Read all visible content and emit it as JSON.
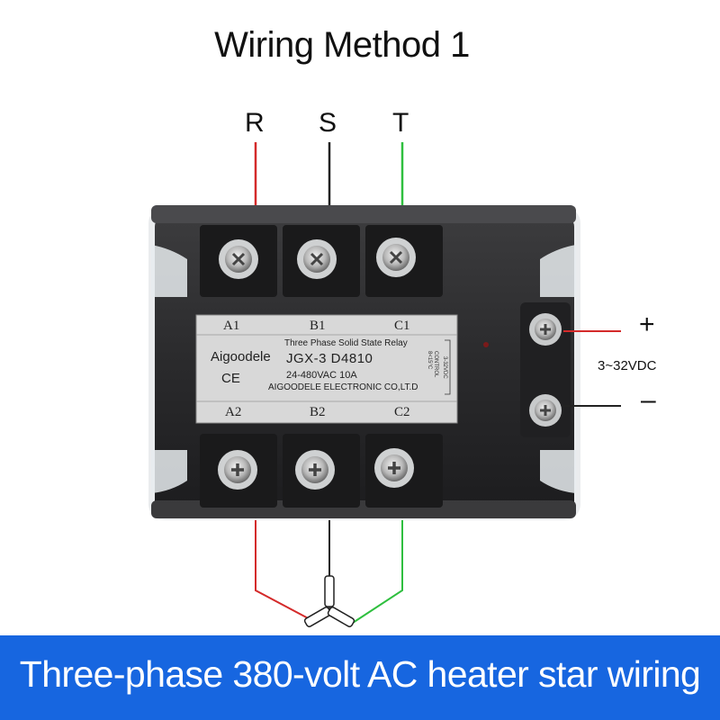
{
  "title": "Wiring Method 1",
  "phases": {
    "r": "R",
    "s": "S",
    "t": "T"
  },
  "control": {
    "plus": "+",
    "minus": "–",
    "voltage": "3~32VDC"
  },
  "relay": {
    "brand": "Aigoodele",
    "plate_title": "Three Phase Solid State Relay",
    "model": "JGX-3 D4810",
    "rating": "24-480VAC 10A",
    "company": "AIGOODELE ELECTRONIC CO,LT.D",
    "ce_mark": "CE",
    "terminals_top": [
      "A1",
      "B1",
      "C1"
    ],
    "terminals_bottom": [
      "A2",
      "B2",
      "C2"
    ],
    "control_side_text": [
      "CONTROL",
      "3-32VDC",
      "8<15°C"
    ]
  },
  "wire_colors": {
    "r": "#d42a2a",
    "s": "#222222",
    "t": "#2fbf3f"
  },
  "banner": {
    "text": "Three-phase 380-volt AC heater star wiring",
    "color": "#1766e0"
  }
}
